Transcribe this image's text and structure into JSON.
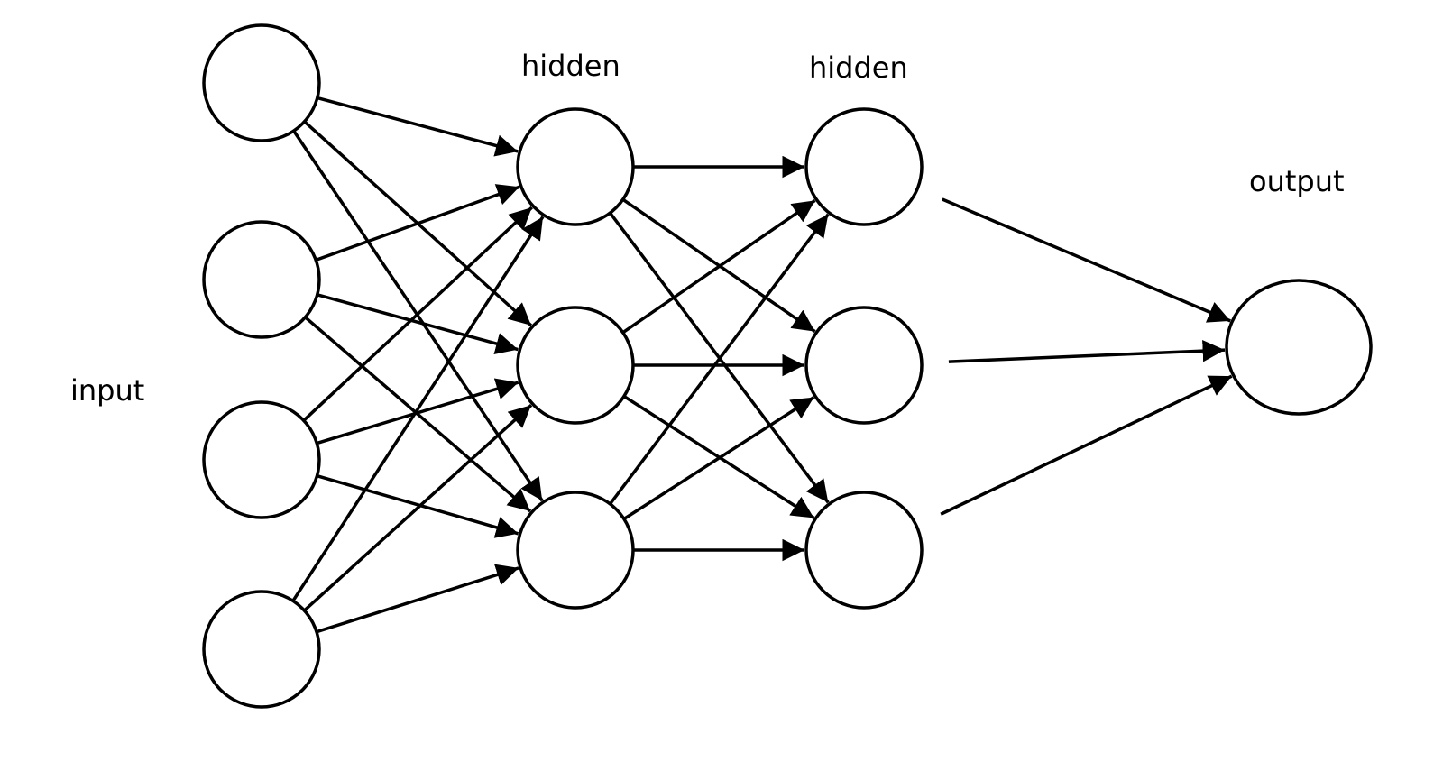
{
  "diagram": {
    "type": "feedforward-neural-network",
    "colors": {
      "stroke": "#000000",
      "background": "#ffffff",
      "node_fill": "#ffffff"
    },
    "layers": [
      {
        "id": "input",
        "label": "input",
        "nodes": 4
      },
      {
        "id": "hidden1",
        "label": "hidden",
        "nodes": 3
      },
      {
        "id": "hidden2",
        "label": "hidden",
        "nodes": 3
      },
      {
        "id": "output",
        "label": "output",
        "nodes": 1
      }
    ],
    "connections": "fully-connected between consecutive layers, arrows pointing forward"
  }
}
